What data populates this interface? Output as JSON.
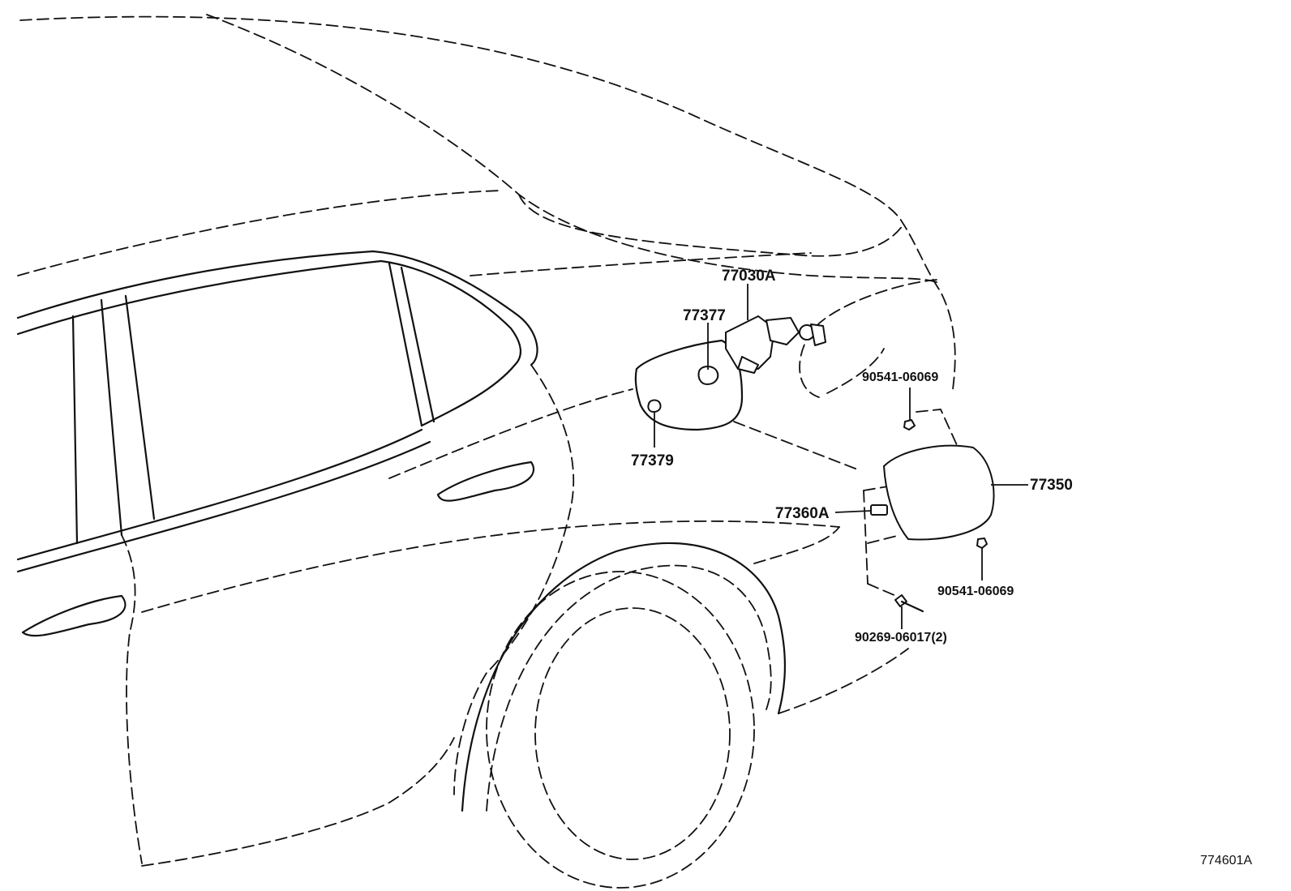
{
  "labels": {
    "lock_assembly": "77030A",
    "grommet": "77377",
    "cushion": "77379",
    "fuel_lid": "77350",
    "hinge": "77360A",
    "nut_upper": "90541-06069",
    "nut_lower": "90541-06069",
    "rivet": "90269-06017(2)"
  },
  "figure_ref": "774601A"
}
